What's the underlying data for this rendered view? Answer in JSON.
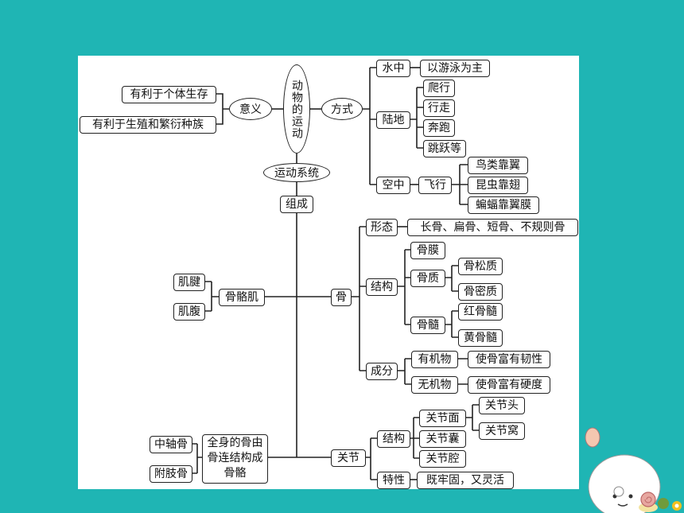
{
  "center": "动物的运动",
  "meaning": {
    "label": "意义",
    "items": [
      "有利于个体生存",
      "有利于生殖和繁衍种族"
    ]
  },
  "ways": {
    "label": "方式",
    "water": {
      "label": "水中",
      "desc": "以游泳为主"
    },
    "land": {
      "label": "陆地",
      "items": [
        "爬行",
        "行走",
        "奔跑",
        "跳跃等"
      ]
    },
    "air": {
      "label": "空中",
      "fly": "飞行",
      "items": [
        "鸟类靠翼",
        "昆虫靠翅",
        "蝙蝠靠翼膜"
      ]
    }
  },
  "system": {
    "label": "运动系统",
    "compose": "组成"
  },
  "muscle": {
    "label": "骨骼肌",
    "parts": [
      "肌腱",
      "肌腹"
    ]
  },
  "bone": {
    "label": "骨",
    "shape": {
      "label": "形态",
      "desc": "长骨、扁骨、短骨、不规则骨"
    },
    "structure": {
      "label": "结构",
      "periosteum": "骨膜",
      "substance": {
        "label": "骨质",
        "items": [
          "骨松质",
          "骨密质"
        ]
      },
      "marrow": {
        "label": "骨髓",
        "items": [
          "红骨髓",
          "黄骨髓"
        ]
      }
    },
    "composition": {
      "label": "成分",
      "organic": {
        "label": "有机物",
        "desc": "使骨富有韧性"
      },
      "inorganic": {
        "label": "无机物",
        "desc": "使骨富有硬度"
      }
    }
  },
  "joint": {
    "label": "关节",
    "structure": {
      "label": "结构",
      "surface": {
        "label": "关节面",
        "items": [
          "关节头",
          "关节窝"
        ]
      },
      "capsule": "关节囊",
      "cavity": "关节腔"
    },
    "feature": {
      "label": "特性",
      "desc": "既牢固，又灵活"
    }
  },
  "skeleton": {
    "desc": "全身的骨由骨连结构成骨骼",
    "parts": [
      "中轴骨",
      "附肢骨"
    ]
  },
  "colors": {
    "background": "#1fb5b4",
    "panel": "#ffffff",
    "line": "#222222"
  }
}
